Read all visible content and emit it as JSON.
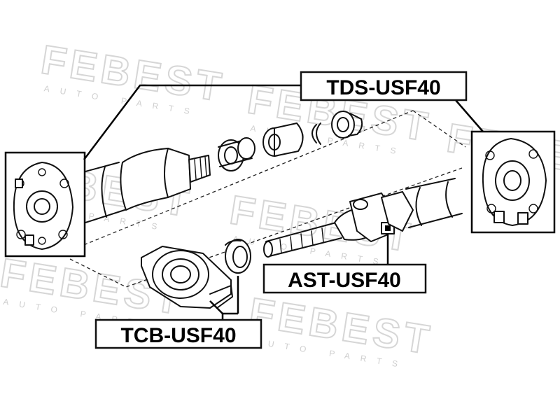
{
  "watermark": {
    "brand": "FEBEST",
    "tagline": "AUTO PARTS"
  },
  "labels": {
    "tds": "TDS-USF40",
    "ast": "AST-USF40",
    "tcb": "TCB-USF40"
  },
  "colors": {
    "line": "#111111",
    "watermark": "#d6d6d6",
    "background": "#ffffff"
  }
}
